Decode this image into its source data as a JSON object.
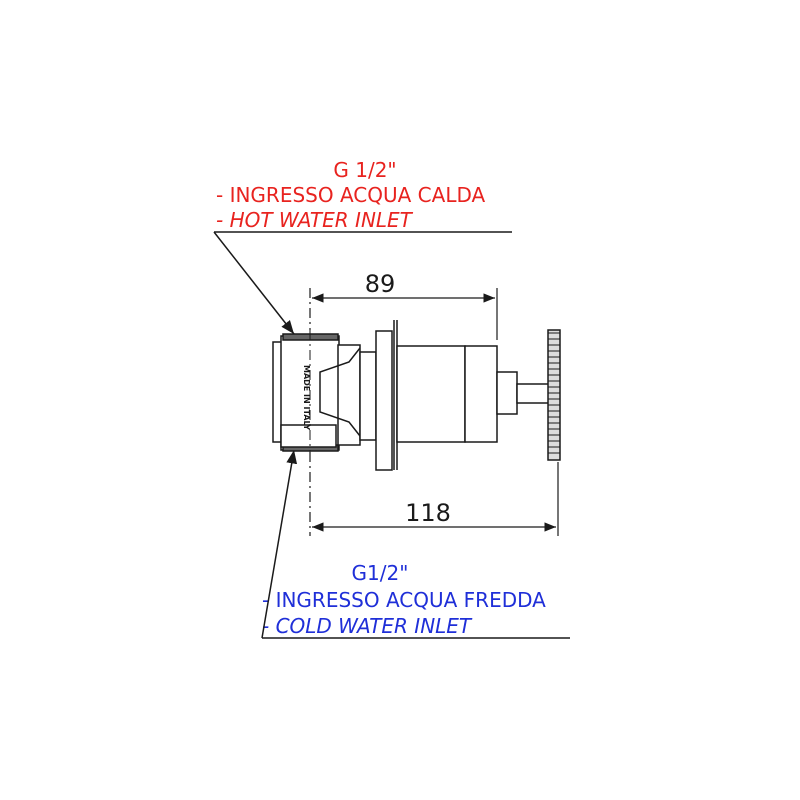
{
  "hot_inlet": {
    "thread": "G 1/2\"",
    "label_it": "- INGRESSO ACQUA CALDA",
    "label_en": "- HOT WATER INLET",
    "color": "#e8231f"
  },
  "cold_inlet": {
    "thread": "G1/2\"",
    "label_it": "- INGRESSO ACQUA FREDDA",
    "label_en": "- COLD WATER INLET",
    "color": "#1f2fd8"
  },
  "dimensions": {
    "depth_to_plate": "89",
    "total_depth": "118"
  },
  "body_marking": "MADE IN ITALY",
  "line_color": "#1a1a1a"
}
